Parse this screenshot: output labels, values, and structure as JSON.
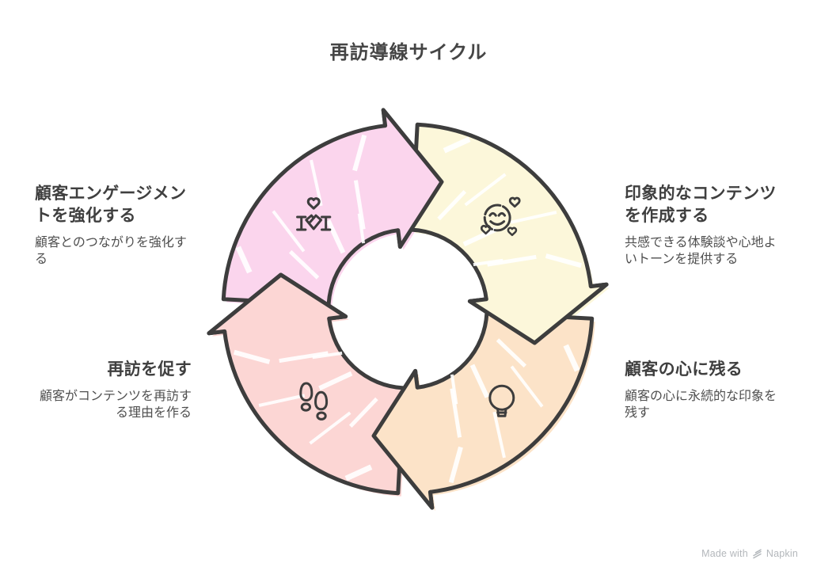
{
  "title": "再訪導線サイクル",
  "colors": {
    "outline": "#3d3d3d",
    "background": "#ffffff",
    "heading_text": "#3f3f3f",
    "body_text": "#4f4f4f",
    "watermark_text": "#b3b7bb",
    "step_pink": "#fbd5ed",
    "step_yellow": "#fcf7da",
    "step_peach": "#fce3c8",
    "step_salmon": "#fcd6d4"
  },
  "cycle": {
    "type": "cycle-diagram",
    "direction": "clockwise",
    "steps": [
      {
        "id": "engage",
        "position": "top-left",
        "color": "#fbd5ed",
        "icon": "handshake-heart-icon",
        "title": "顧客エンゲージメントを強化する",
        "title_lines": [
          "顧客エンゲージメン",
          "トを強化する"
        ],
        "description": "顧客とのつながりを強化する",
        "desc_lines": [
          "顧客とのつながりを強化す",
          "る"
        ]
      },
      {
        "id": "content",
        "position": "top-right",
        "color": "#fcf7da",
        "icon": "smiling-face-hearts-icon",
        "title": "印象的なコンテンツを作成する",
        "title_lines": [
          "印象的なコンテンツ",
          "を作成する"
        ],
        "description": "共感できる体験談や心地よいトーンを提供する",
        "desc_lines": [
          "共感できる体験談や心地よ",
          "いトーンを提供する"
        ]
      },
      {
        "id": "impression",
        "position": "bottom-right",
        "color": "#fce3c8",
        "icon": "lightbulb-icon",
        "title": "顧客の心に残る",
        "title_lines": [
          "顧客の心に残る"
        ],
        "description": "顧客の心に永続的な印象を残す",
        "desc_lines": [
          "顧客の心に永続的な印象を",
          "残す"
        ]
      },
      {
        "id": "revisit",
        "position": "bottom-left",
        "color": "#fcd6d4",
        "icon": "footprints-icon",
        "title": "再訪を促す",
        "title_lines": [
          "再訪を促す"
        ],
        "description": "顧客がコンテンツを再訪する理由を作る",
        "desc_lines": [
          "顧客がコンテンツを再訪す",
          "る理由を作る"
        ]
      }
    ]
  },
  "watermark": {
    "prefix": "Made with",
    "brand": "Napkin"
  }
}
